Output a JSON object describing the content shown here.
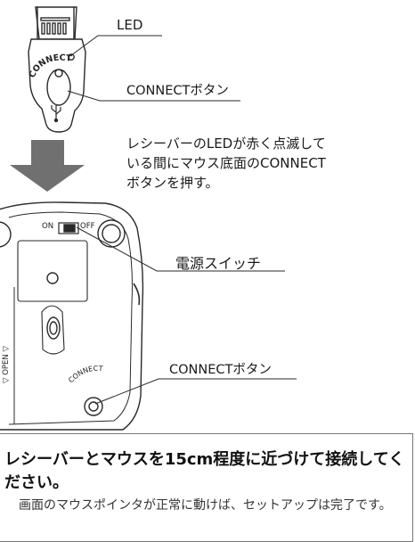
{
  "receiver": {
    "led_label": "LED",
    "connect_label": "CONNECTボタン",
    "engraving": "CONNECT"
  },
  "instruction": {
    "line1": "レシーバーのLEDが赤く点滅して",
    "line2": "いる間にマウス底面のCONNECT",
    "line3": "ボタンを押す。"
  },
  "mouse": {
    "switch_on": "ON",
    "switch_off": "OFF",
    "switch_label": "電源スイッチ",
    "battery_open": "▽ OPEN ▽",
    "engraving": "CONNECT",
    "connect_label": "CONNECTボタン"
  },
  "info_box": {
    "heading": "レシーバーとマウスを15cm程度に近づけて接続してください。",
    "note": "画面のマウスポインタが正常に動けば、セットアップは完了です。"
  },
  "colors": {
    "arrow": "#707070",
    "line": "#2a2a2a"
  }
}
